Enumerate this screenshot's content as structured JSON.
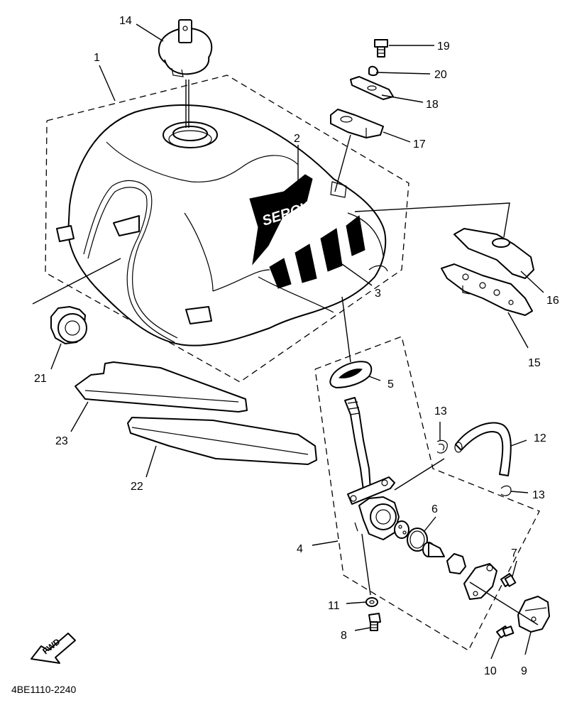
{
  "diagram": {
    "code": "4BE1110-2240",
    "fwd_label": "FWD",
    "tank_decal": "SEROW",
    "callouts": [
      {
        "id": "1",
        "label": "1"
      },
      {
        "id": "2",
        "label": "2"
      },
      {
        "id": "3",
        "label": "3"
      },
      {
        "id": "4",
        "label": "4"
      },
      {
        "id": "5",
        "label": "5"
      },
      {
        "id": "6",
        "label": "6"
      },
      {
        "id": "7",
        "label": "7"
      },
      {
        "id": "8",
        "label": "8"
      },
      {
        "id": "9",
        "label": "9"
      },
      {
        "id": "10",
        "label": "10"
      },
      {
        "id": "11",
        "label": "11"
      },
      {
        "id": "12",
        "label": "12"
      },
      {
        "id": "13a",
        "label": "13"
      },
      {
        "id": "13b",
        "label": "13"
      },
      {
        "id": "14",
        "label": "14"
      },
      {
        "id": "15",
        "label": "15"
      },
      {
        "id": "16",
        "label": "16"
      },
      {
        "id": "17",
        "label": "17"
      },
      {
        "id": "18",
        "label": "18"
      },
      {
        "id": "19",
        "label": "19"
      },
      {
        "id": "20",
        "label": "20"
      },
      {
        "id": "21",
        "label": "21"
      },
      {
        "id": "22",
        "label": "22"
      },
      {
        "id": "23",
        "label": "23"
      }
    ]
  }
}
